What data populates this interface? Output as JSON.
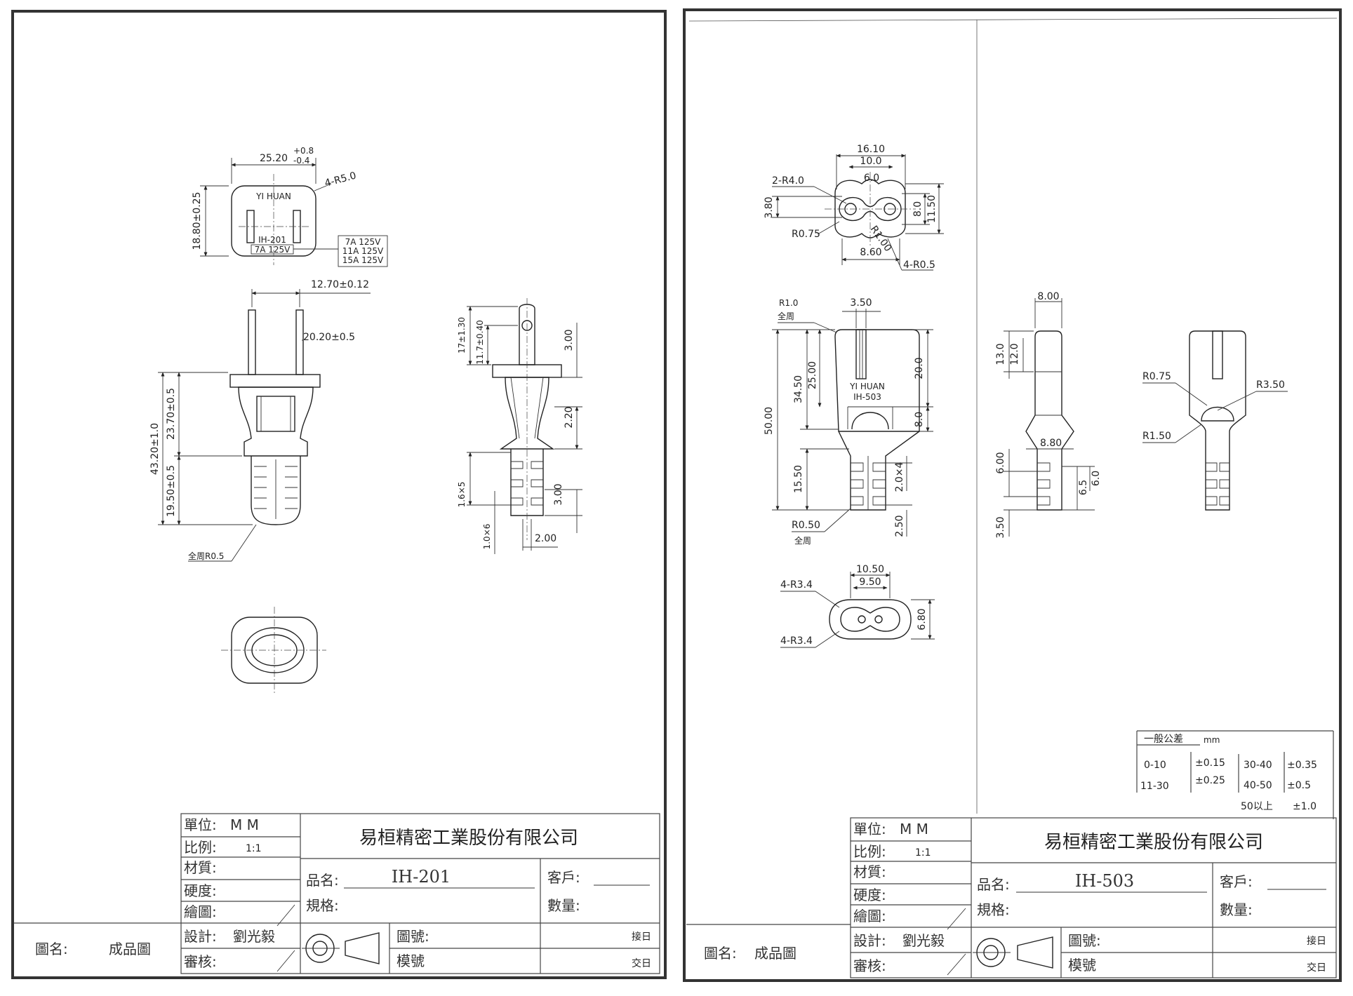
{
  "left_sheet": {
    "top_view": {
      "width_dim": "25.20",
      "tol_plus": "+0.8",
      "tol_minus": "-0.4",
      "radius": "4-R5.0",
      "height_dim": "18.80±0.25",
      "brand": "YI HUAN",
      "model": "IH-201",
      "rating": "7A 125V",
      "rating_options": [
        "7A 125V",
        "11A 125V",
        "15A 125V"
      ]
    },
    "front_view": {
      "pin_spacing": "12.70±0.12",
      "pin_length": "20.20±0.5",
      "total_length": "43.20±1.0",
      "upper_length": "23.70±0.5",
      "lower_length": "19.50±0.5",
      "corner_note": "全周R0.5"
    },
    "side_view": {
      "pin_length": "17±1.30",
      "hole_pos": "11.7±0.40",
      "d1": "3.00",
      "d2": "2.20",
      "d3": "3.00",
      "d4": "2.00",
      "rib_pitch": "1.6×5",
      "rib_width": "1.0×6"
    },
    "title_block": {
      "unit_label": "單位:",
      "unit": "M   M",
      "scale_label": "比例:",
      "scale": "1:1",
      "material_label": "材質:",
      "hardness_label": "硬度:",
      "drawn_label": "繪圖:",
      "design_label": "設計:",
      "designer": "劉光毅",
      "review_label": "審核:",
      "company": "易桓精密工業股份有限公司",
      "product_label": "品名:",
      "product": "IH-201",
      "spec_label": "規格:",
      "customer_label": "客戶:",
      "quantity_label": "數量:",
      "drawing_no_label": "圖號:",
      "mold_no_label": "模號",
      "receive_label": "接日",
      "deliver_label": "交日",
      "drawing_name_label": "圖名:",
      "drawing_name": "成品圖"
    }
  },
  "right_sheet": {
    "face_view": {
      "width": "16.10",
      "inner_width": "10.0",
      "pin_pitch": "6.0",
      "radius_a": "2-R4.0",
      "left_h": "3.80",
      "r075": "R0.75",
      "r100": "R1.00",
      "bottom_w": "8.60",
      "r05": "4-R0.5",
      "h1": "8.0",
      "h2": "11.50"
    },
    "front_view": {
      "r10": "R1.0",
      "all_round": "全周",
      "top_w": "3.50",
      "brand": "YI HUAN",
      "model": "IH-503",
      "total": "50.00",
      "l1": "34.50",
      "l2": "25.00",
      "l3": "20.0",
      "l4": "8.0",
      "l5": "15.50",
      "rib": "2.0×4",
      "bot": "2.50",
      "r050": "R0.50",
      "all_round2": "全周"
    },
    "side_view": {
      "w": "8.00",
      "h1": "13.0",
      "h2": "12.0",
      "w2": "8.80",
      "h3": "6.00",
      "h4": "6.5",
      "h5": "6.0",
      "h6": "3.50"
    },
    "section_view": {
      "r075": "R0.75",
      "r350": "R3.50",
      "r150": "R1.50"
    },
    "bottom_view": {
      "w1": "10.50",
      "w2": "9.50",
      "r_top": "4-R3.4",
      "r_bot": "4-R3.4",
      "h": "6.80"
    },
    "tolerance": {
      "title": "一般公差",
      "unit": "mm",
      "rows": [
        {
          "range": "0-10",
          "tol": "±0.15"
        },
        {
          "range": "11-30",
          "tol": "±0.25"
        },
        {
          "range": "30-40",
          "tol": "±0.35"
        },
        {
          "range": "40-50",
          "tol": "±0.5"
        },
        {
          "range": "50以上",
          "tol": "±1.0"
        }
      ]
    },
    "title_block": {
      "unit_label": "單位:",
      "unit": "M   M",
      "scale_label": "比例:",
      "scale": "1:1",
      "material_label": "材質:",
      "hardness_label": "硬度:",
      "drawn_label": "繪圖:",
      "design_label": "設計:",
      "designer": "劉光毅",
      "review_label": "審核:",
      "company": "易桓精密工業股份有限公司",
      "product_label": "品名:",
      "product": "IH-503",
      "spec_label": "規格:",
      "customer_label": "客戶:",
      "quantity_label": "數量:",
      "drawing_no_label": "圖號:",
      "mold_no_label": "模號",
      "receive_label": "接日",
      "deliver_label": "交日",
      "drawing_name_label": "圖名:",
      "drawing_name": "成品圖"
    }
  }
}
